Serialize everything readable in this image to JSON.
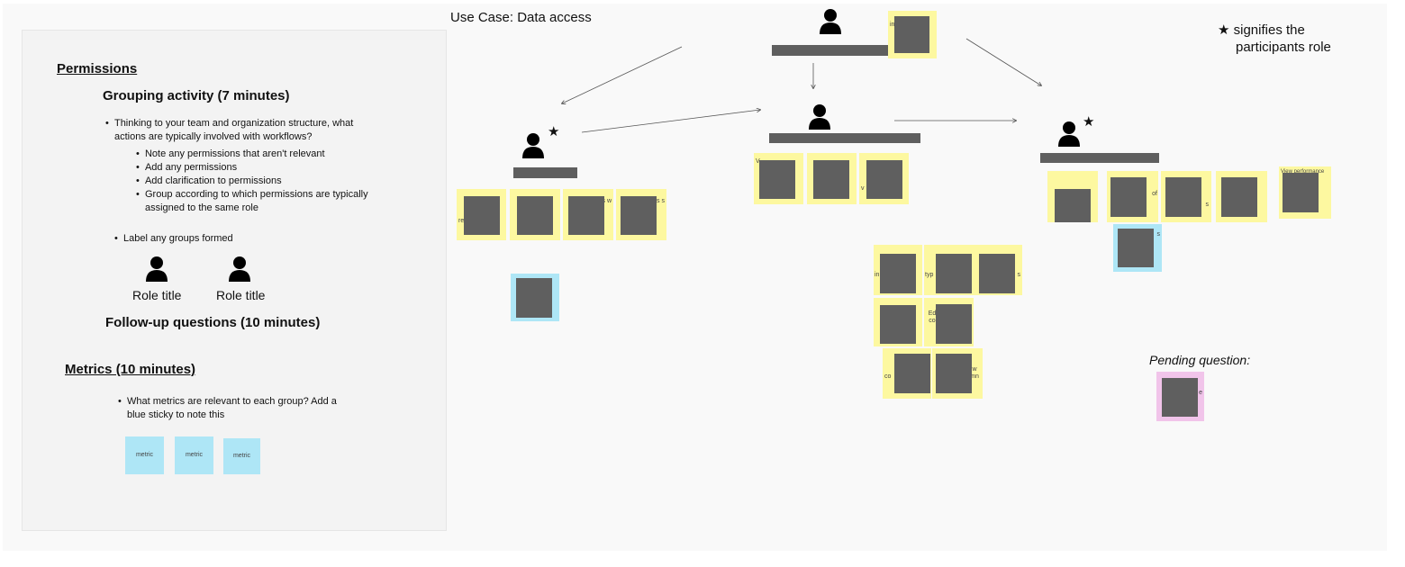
{
  "board_title": "Use Case: Data access",
  "legend": {
    "star": "★",
    "line1": "signifies the",
    "line2": "participants role"
  },
  "panel": {
    "permissions_heading": "Permissions",
    "grouping_heading": "Grouping activity (7 minutes)",
    "bullet1_line1": "Thinking to your team and organization structure, what",
    "bullet1_line2": "actions are typically involved with workflows?",
    "sub_bullets": [
      "Note any permissions that aren't relevant",
      "Add any permissions",
      "Add clarification to permissions",
      "Group according to which permissions are typically",
      "assigned to the same role"
    ],
    "bullet2": "Label any groups formed",
    "role_title_1": "Role title",
    "role_title_2": "Role title",
    "followup_heading": "Follow-up questions (10 minutes)",
    "metrics_heading": "Metrics (10 minutes)",
    "metrics_line1": "What metrics are relevant to each group? Add a",
    "metrics_line2": "blue sticky to note this",
    "metric_stickies": [
      "metric",
      "metric",
      "metric"
    ]
  },
  "pending_question": "Pending question:",
  "sticky_fragments": {
    "top_center": "in",
    "left_group": [
      "re",
      "",
      "n s w",
      "s s"
    ],
    "center_group": [
      "V",
      "",
      "v"
    ],
    "cluster": [
      "in a",
      "typ",
      "s",
      "",
      "Ed co",
      "co",
      "w mn"
    ],
    "right_group": [
      "",
      "of",
      "s",
      "",
      "View performance"
    ],
    "right_blue": "s",
    "pink": "e"
  },
  "colors": {
    "yellow_sticky": "#fdf8a0",
    "blue_sticky": "#aee6f6",
    "pink_sticky": "#f1c4ea",
    "redaction": "#5f5f5f"
  }
}
